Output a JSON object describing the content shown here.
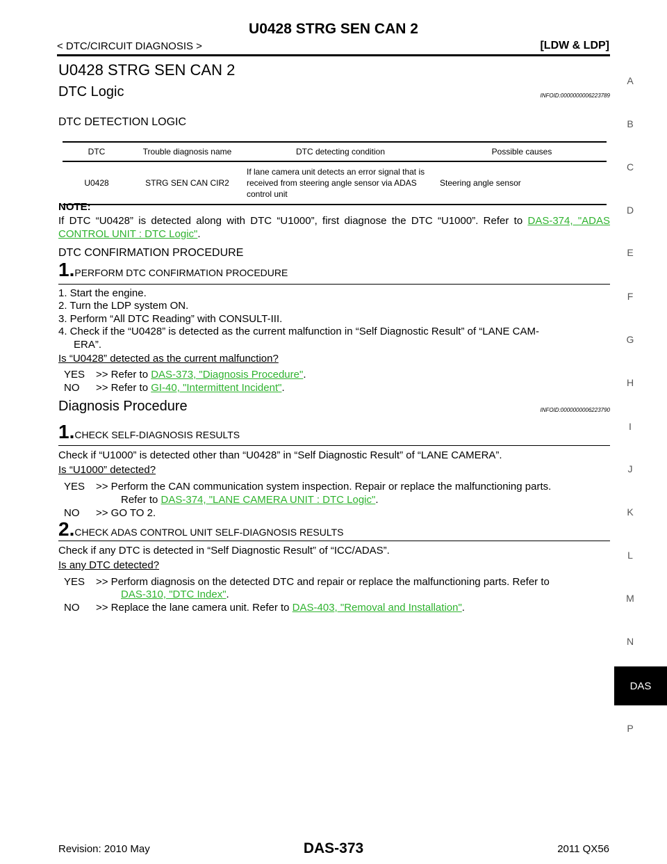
{
  "header": {
    "page_title": "U0428 STRG SEN CAN 2",
    "breadcrumb": "< DTC/CIRCUIT DIAGNOSIS >",
    "section_tag": "[LDW & LDP]"
  },
  "main_title": "U0428 STRG SEN CAN 2",
  "dtc_logic": {
    "heading": "DTC Logic",
    "infoid": "INFOID:0000000006223789",
    "detection_heading": "DTC DETECTION LOGIC",
    "table": {
      "headers": [
        "DTC",
        "Trouble diagnosis name",
        "DTC detecting condition",
        "Possible causes"
      ],
      "rows": [
        [
          "U0428",
          "STRG SEN CAN CIR2",
          "If lane camera unit detects an error signal that is received from steering angle sensor via ADAS control unit",
          "Steering angle sensor"
        ]
      ]
    },
    "note_label": "NOTE:",
    "note_text": "If DTC “U0428” is detected along with DTC “U1000”, first diagnose the DTC “U1000”. Refer to ",
    "note_link": "DAS-374, \"ADAS CONTROL UNIT : DTC Logic\"",
    "note_end": "."
  },
  "confirmation": {
    "heading": "DTC CONFIRMATION PROCEDURE",
    "step_number": "1.",
    "step_title": "PERFORM DTC CONFIRMATION PROCEDURE",
    "items": [
      "1.  Start the engine.",
      "2.  Turn the LDP system ON.",
      "3.  Perform “All DTC Reading” with CONSULT-III.",
      "4.  Check if the “U0428” is detected as the current malfunction in “Self Diagnostic Result” of “LANE CAM-",
      "ERA”."
    ],
    "question": "Is “U0428” detected as the current malfunction?",
    "yes_label": "YES",
    "yes_text": ">> Refer to ",
    "yes_link": "DAS-373, \"Diagnosis Procedure\"",
    "no_label": "NO",
    "no_text": ">> Refer to ",
    "no_link": "GI-40, \"Intermittent Incident\"",
    "period": "."
  },
  "diagnosis": {
    "heading": "Diagnosis Procedure",
    "infoid": "INFOID:0000000006223790",
    "step1": {
      "number": "1.",
      "title": "CHECK SELF-DIAGNOSIS RESULTS",
      "text": "Check if “U1000” is detected other than “U0428” in “Self Diagnostic Result” of “LANE CAMERA”.",
      "question": "Is “U1000” detected?",
      "yes_label": "YES",
      "yes_text": ">> Perform the CAN communication system inspection. Repair or replace the malfunctioning parts.",
      "yes_text2": "Refer to ",
      "yes_link": "DAS-374, \"LANE CAMERA UNIT : DTC Logic\"",
      "no_label": "NO",
      "no_text": ">> GO TO 2."
    },
    "step2": {
      "number": "2.",
      "title": "CHECK ADAS CONTROL UNIT SELF-DIAGNOSIS RESULTS",
      "text": "Check if any DTC is detected in “Self Diagnostic Result” of “ICC/ADAS”.",
      "question": "Is any DTC detected?",
      "yes_label": "YES",
      "yes_text": ">> Perform diagnosis on the detected DTC and repair or replace the malfunctioning parts. Refer to",
      "yes_link": "DAS-310, \"DTC Index\"",
      "no_label": "NO",
      "no_text": ">> Replace the lane camera unit. Refer to ",
      "no_link": "DAS-403, \"Removal and Installation\""
    }
  },
  "side_index": [
    "A",
    "B",
    "C",
    "D",
    "E",
    "F",
    "G",
    "H",
    "I",
    "J",
    "K",
    "L",
    "M",
    "N",
    "DAS",
    "P"
  ],
  "footer": {
    "revision": "Revision: 2010 May",
    "page_number": "DAS-373",
    "model": "2011 QX56"
  }
}
